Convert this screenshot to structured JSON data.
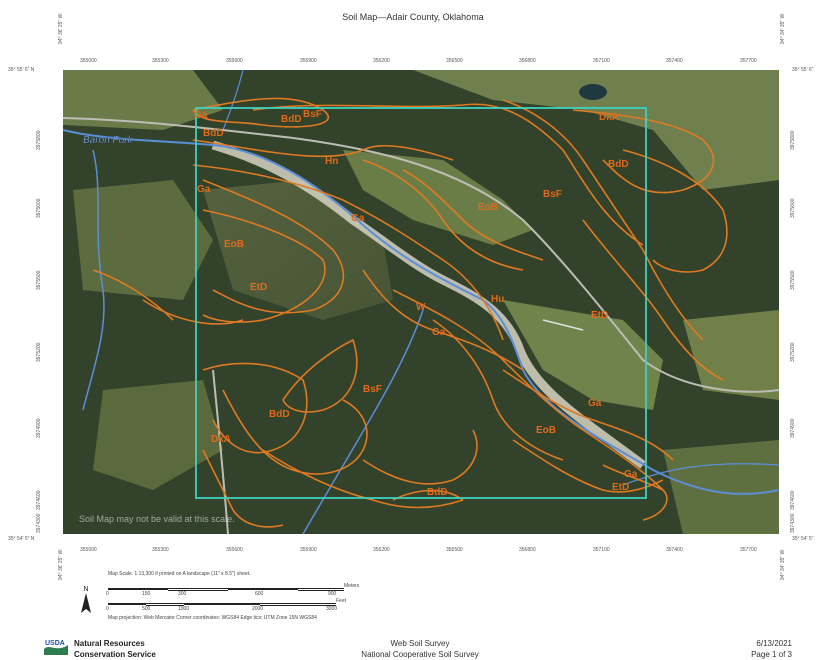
{
  "title": "Soil Map—Adair County, Oklahoma",
  "corners": {
    "top_left_lon": "94° 36' 25\" W",
    "top_right_lon": "94° 34' 35\" W",
    "bottom_left_lon": "94° 36' 25\" W",
    "bottom_right_lon": "94° 34' 35\" W",
    "top_left_lat": "35° 55' 6\" N",
    "top_right_lat": "35° 55' 6\"",
    "bottom_left_lat": "35° 54' 5\" N",
    "bottom_right_lat": "35° 54' 5\""
  },
  "easting_ticks": [
    "355000",
    "355300",
    "355600",
    "355900",
    "356200",
    "356500",
    "356800",
    "357100",
    "357400",
    "357700"
  ],
  "northing_ticks": [
    "3975800",
    "3975600",
    "3975500",
    "3975200",
    "3974900",
    "3974600",
    "3974300"
  ],
  "soil_labels": [
    "Ga",
    "BsF",
    "BdD",
    "BdD",
    "Ga",
    "Hn",
    "DkA",
    "BdD",
    "BsF",
    "EoB",
    "Ga",
    "EoB",
    "EtD",
    "W",
    "Hu",
    "EtD",
    "Ga",
    "BsF",
    "BdD",
    "Ga",
    "DkA",
    "EoB",
    "Ga",
    "EtD",
    "BdD"
  ],
  "place_labels": {
    "river": "Baron Fork",
    "watermark": "Soil Map may not be valid at this scale."
  },
  "scale": {
    "statement": "Map Scale: 1:13,300 if printed on A landscape (11\" x 8.5\") sheet.",
    "meters_label": "Meters",
    "meters_ticks": [
      "0",
      "150",
      "300",
      "600",
      "900"
    ],
    "feet_label": "Feet",
    "feet_ticks": [
      "0",
      "500",
      "1000",
      "2000",
      "3000"
    ],
    "projection": "Map projection: Web Mercator   Corner coordinates: WGS84   Edge tics: UTM Zone 15N WGS84",
    "north": "N"
  },
  "footer": {
    "agency_line1": "Natural Resources",
    "agency_line2": "Conservation Service",
    "usda": "USDA",
    "center_line1": "Web Soil Survey",
    "center_line2": "National Cooperative Soil Survey",
    "date": "6/13/2021",
    "page": "Page 1 of 3"
  },
  "colors": {
    "soil_line": "#e07a22",
    "soil_label": "#e06a1a",
    "aoi_border": "#3fd0c0",
    "water": "#5a8fd8"
  }
}
